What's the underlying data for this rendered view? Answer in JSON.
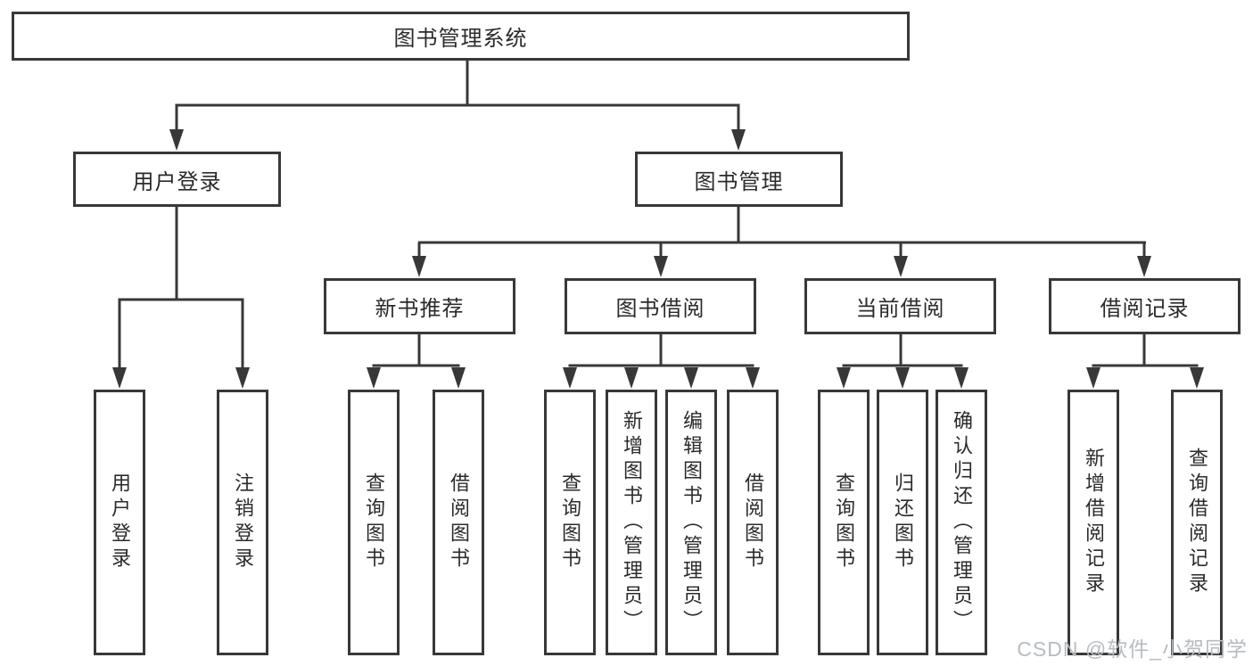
{
  "diagram": {
    "title": "图书管理系统",
    "level2": [
      {
        "label": "用户登录"
      },
      {
        "label": "图书管理"
      }
    ],
    "level3": [
      {
        "label": "新书推荐"
      },
      {
        "label": "图书借阅"
      },
      {
        "label": "当前借阅"
      },
      {
        "label": "借阅记录"
      }
    ],
    "leaves": {
      "user_login": [
        "用户登录",
        "注销登录"
      ],
      "new_book_recommend": [
        "查询图书",
        "借阅图书"
      ],
      "book_borrow": [
        "查询图书",
        "新增图书（管理员）",
        "编辑图书（管理员）",
        "借阅图书"
      ],
      "current_borrow": [
        "查询图书",
        "归还图书",
        "确认归还（管理员）"
      ],
      "borrow_record": [
        "新增借阅记录",
        "查询借阅记录"
      ]
    }
  },
  "watermark": {
    "text": "CSDN @软件_小贺同学"
  },
  "colors": {
    "line": "#383838",
    "text": "#2b2b2b",
    "watermark": "#b7bcc1",
    "background": "#ffffff"
  }
}
